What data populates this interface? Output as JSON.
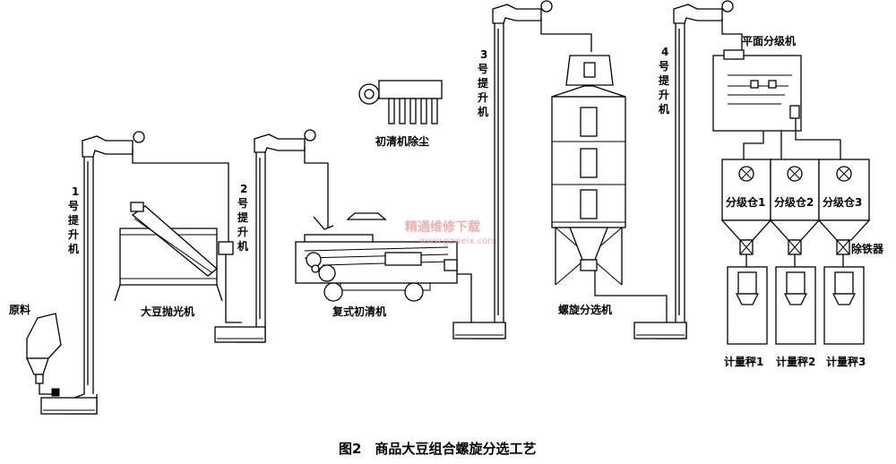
{
  "caption": "图2　商品大豆组合螺旋分选工艺",
  "watermark": {
    "cn": "精通维修下载",
    "url": "www.gzweix.com"
  },
  "labels": {
    "raw_material": "原料",
    "polisher": "大豆抛光机",
    "pre_cleaner": "复式初清机",
    "dust_removal": "初清机除尘",
    "spiral_separator": "螺旋分选机",
    "plane_grader": "平面分级机",
    "iron_remover": "除铁器"
  },
  "elevators": [
    {
      "num": "1",
      "chars": [
        "号",
        "提",
        "升",
        "机"
      ]
    },
    {
      "num": "2",
      "chars": [
        "号",
        "提",
        "升",
        "机"
      ]
    },
    {
      "num": "3",
      "chars": [
        "号",
        "提",
        "升",
        "机"
      ]
    },
    {
      "num": "4",
      "chars": [
        "号",
        "提",
        "升",
        "机"
      ]
    }
  ],
  "bins": [
    "分级仓1",
    "分级仓2",
    "分级仓3"
  ],
  "scales": [
    "计量秤1",
    "计量秤2",
    "计量秤3"
  ]
}
